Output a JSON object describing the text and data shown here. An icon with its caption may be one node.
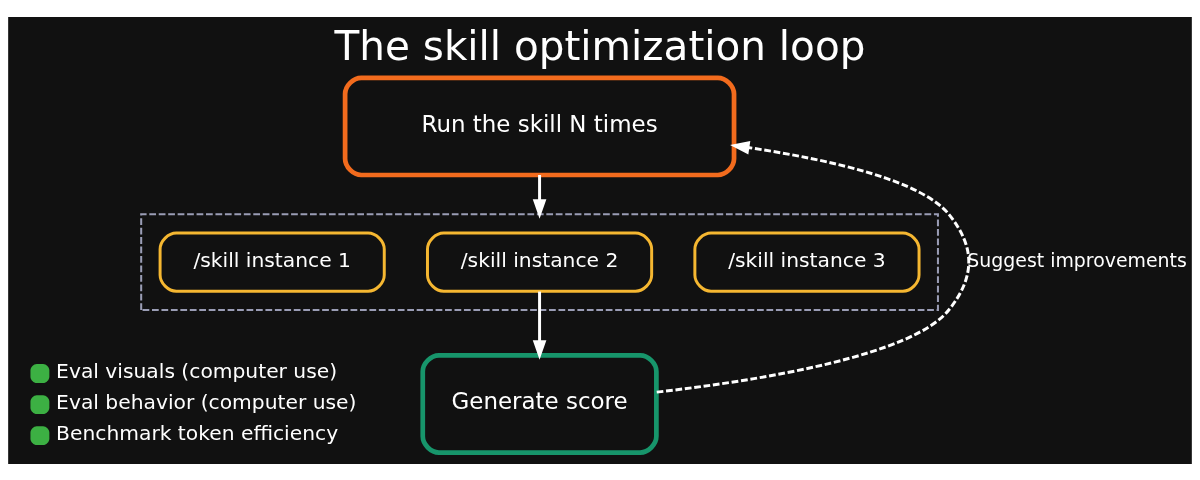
{
  "diagram": {
    "title": "The skill optimization loop",
    "nodes": [
      {
        "text": [
          "Run the skill N times"
        ]
      },
      {
        "text": [],
        "shape": "box"
      },
      {
        "text": [
          "/skill instance 1"
        ],
        "in": 1
      },
      {
        "text": [
          "/skill instance 2"
        ],
        "in": 1
      },
      {
        "text": [
          "/skill instance 3"
        ],
        "in": 1
      },
      {
        "text": [
          "Generate score"
        ]
      }
    ],
    "edges": [
      {
        "from": 0,
        "to": 1,
        "arrow": "to"
      },
      {
        "from": 3,
        "to": 5,
        "arrow": "to"
      },
      {
        "from": 5,
        "to": 0,
        "arrow": "to",
        "style": "dashed",
        "label": "Suggest improvements"
      }
    ],
    "labels": [
      "Eval visuals (computer use)",
      "Eval behavior (computer use)",
      "Benchmark token efficiency"
    ]
  }
}
